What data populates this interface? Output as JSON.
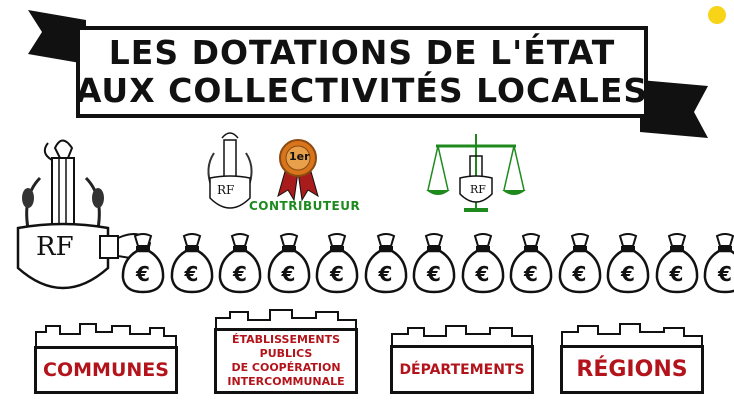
{
  "title": {
    "line1": "LES DOTATIONS DE L'ÉTAT",
    "line2": "AUX COLLECTIVITÉS LOCALES"
  },
  "badges": {
    "first_rank": "1er",
    "contributor": "CONTRIBUTEUR"
  },
  "logo": {
    "initials": "RF"
  },
  "money_bag": {
    "symbol": "€",
    "count": 13
  },
  "recipients": [
    {
      "label": "COMMUNES"
    },
    {
      "label_lines": [
        "ÉTABLISSEMENTS",
        "PUBLICS",
        "DE COOPÉRATION",
        "INTERCOMMUNALE"
      ]
    },
    {
      "label": "DÉPARTEMENTS"
    },
    {
      "label": "RÉGIONS"
    }
  ],
  "colors": {
    "ink": "#111111",
    "red": "#b3141b",
    "green": "#1e8a1e",
    "medal_orange": "#d8741c",
    "ribbon_red": "#a81c1c",
    "corner_yellow": "#f7d417"
  }
}
